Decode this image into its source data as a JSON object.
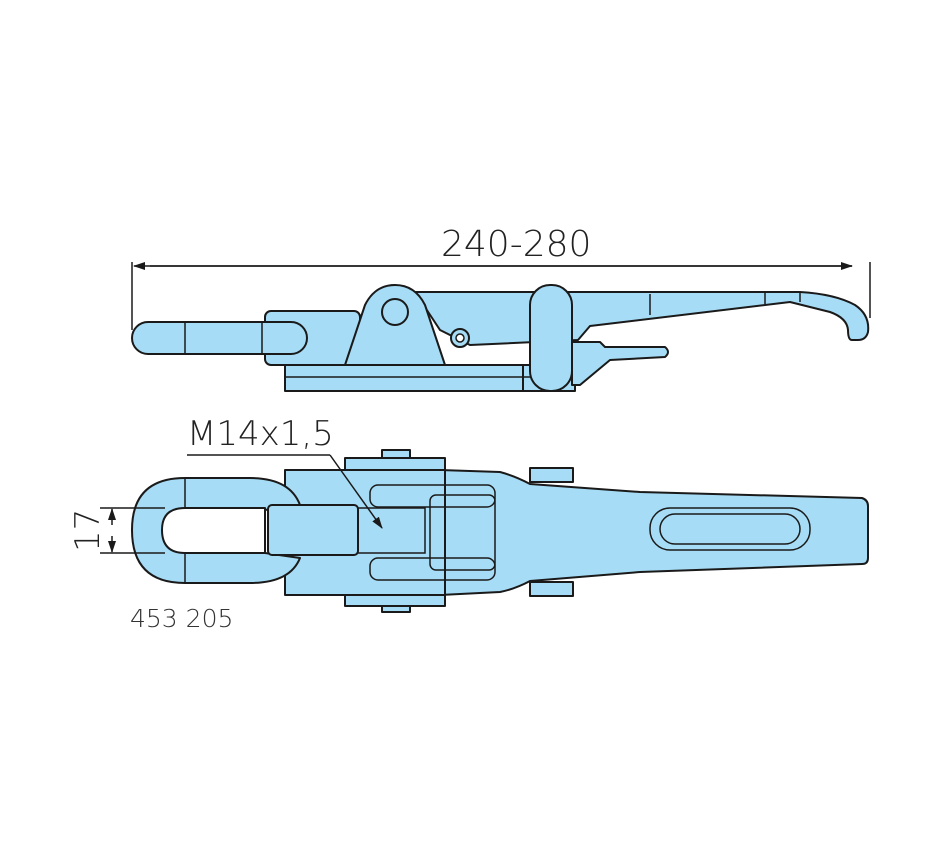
{
  "drawing": {
    "overall_length_dim": "240-280",
    "thread_label": "M14x1,5",
    "ring_width_dim": "17",
    "part_number": "453 205",
    "fill_color": "#a6dcf5",
    "line_color": "#1a1a1a"
  }
}
